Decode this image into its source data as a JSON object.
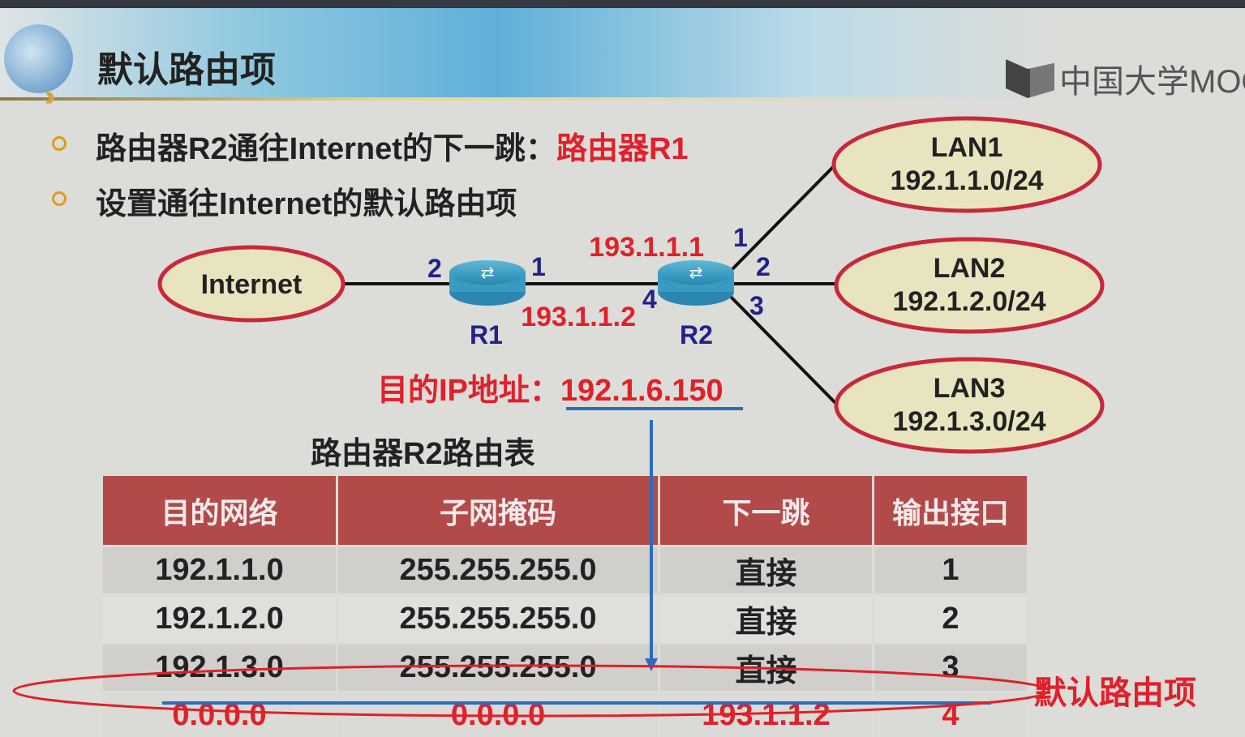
{
  "slide": {
    "title": "默认路由项",
    "logo_text": "中国大学MOOC",
    "bullets": [
      {
        "text": "路由器R2通往Internet的下一跳：",
        "highlight": "路由器R1"
      },
      {
        "text": "设置通往Internet的默认路由项",
        "highlight": ""
      }
    ]
  },
  "diagram": {
    "internet": "Internet",
    "routers": [
      {
        "name": "R1",
        "ports": {
          "left": "2",
          "right": "1"
        }
      },
      {
        "name": "R2",
        "ports": {
          "lan1": "1",
          "lan2": "2",
          "lan3": "3",
          "wan": "4"
        }
      }
    ],
    "ip_r2_wan": "193.1.1.1",
    "ip_r1": "193.1.1.2",
    "lans": [
      {
        "name": "LAN1",
        "net": "192.1.1.0/24"
      },
      {
        "name": "LAN2",
        "net": "192.1.2.0/24"
      },
      {
        "name": "LAN3",
        "net": "192.1.3.0/24"
      }
    ],
    "dest_label": "目的IP地址：",
    "dest_ip": "192.1.6.150",
    "colors": {
      "ellipse_fill": "#e9e4c0",
      "ellipse_stroke": "#c8283c",
      "port_label": "#22228a",
      "ip_label": "#e0202a",
      "arrow": "#2a6cc0"
    }
  },
  "routing_table": {
    "title": "路由器R2路由表",
    "headers": [
      "目的网络",
      "子网掩码",
      "下一跳",
      "输出接口"
    ],
    "rows": [
      [
        "192.1.1.0",
        "255.255.255.0",
        "直接",
        "1"
      ],
      [
        "192.1.2.0",
        "255.255.255.0",
        "直接",
        "2"
      ],
      [
        "192.1.3.0",
        "255.255.255.0",
        "直接",
        "3"
      ],
      [
        "0.0.0.0",
        "0.0.0.0",
        "193.1.1.2",
        "4"
      ]
    ],
    "default_label": "默认路由项"
  }
}
